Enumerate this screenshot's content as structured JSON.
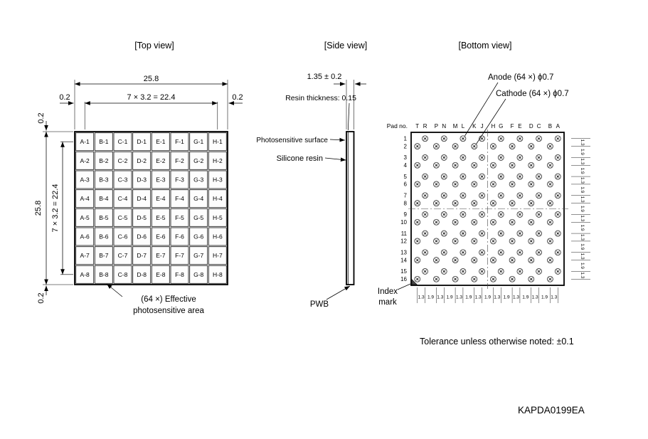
{
  "drawing": {
    "top_view": {
      "title": "[Top view]",
      "columns": [
        "A",
        "B",
        "C",
        "D",
        "E",
        "F",
        "G",
        "H"
      ],
      "rows": [
        "1",
        "2",
        "3",
        "4",
        "5",
        "6",
        "7",
        "8"
      ],
      "dim_overall_h": "25.8",
      "dim_pitch_h": "7 × 3.2 = 22.4",
      "dim_margin_left": "0.2",
      "dim_margin_right": "0.2",
      "dim_overall_v": "25.8",
      "dim_pitch_v": "7 × 3.2 = 22.4",
      "dim_margin_top": "0.2",
      "dim_margin_bottom": "0.2",
      "annotation_line1": "(64 ×) Effective",
      "annotation_line2": "photosensitive area"
    },
    "side_view": {
      "title": "[Side view]",
      "dim_thickness": "1.35 ± 0.2",
      "resin_note": "Resin thickness: 0.15",
      "label_photosensitive": "Photosensitive surface",
      "label_resin": "Silicone resin",
      "label_pwb": "PWB"
    },
    "bottom_view": {
      "title": "[Bottom view]",
      "pad_no": "Pad no.",
      "col_labels": [
        "T",
        "R",
        "P",
        "N",
        "M",
        "L",
        "K",
        "J",
        "H",
        "G",
        "F",
        "E",
        "D",
        "C",
        "B",
        "A"
      ],
      "row_labels": [
        "1",
        "2",
        "3",
        "4",
        "5",
        "6",
        "7",
        "8",
        "9",
        "10",
        "11",
        "12",
        "13",
        "14",
        "15",
        "16"
      ],
      "anode_label": "Anode (64 ×) ϕ0.7",
      "cathode_label": "Cathode (64 ×) ϕ0.7",
      "index_line1": "Index",
      "index_line2": "mark",
      "pitch_chain_h": [
        "1.3",
        "1.9",
        "1.3",
        "1.9",
        "1.3",
        "1.9",
        "1.3",
        "1.9",
        "1.3",
        "1.9",
        "1.3",
        "1.9",
        "1.3",
        "1.9",
        "1.3"
      ],
      "pitch_chain_v": [
        "1.3",
        "1.9",
        "1.3",
        "1.9",
        "1.3",
        "1.9",
        "1.3",
        "1.9",
        "1.3",
        "1.9",
        "1.3",
        "1.9",
        "1.3",
        "1.9",
        "1.3"
      ]
    },
    "notes": {
      "tolerance": "Tolerance unless otherwise noted: ±0.1",
      "doc_number": "KAPDA0199EA"
    }
  }
}
